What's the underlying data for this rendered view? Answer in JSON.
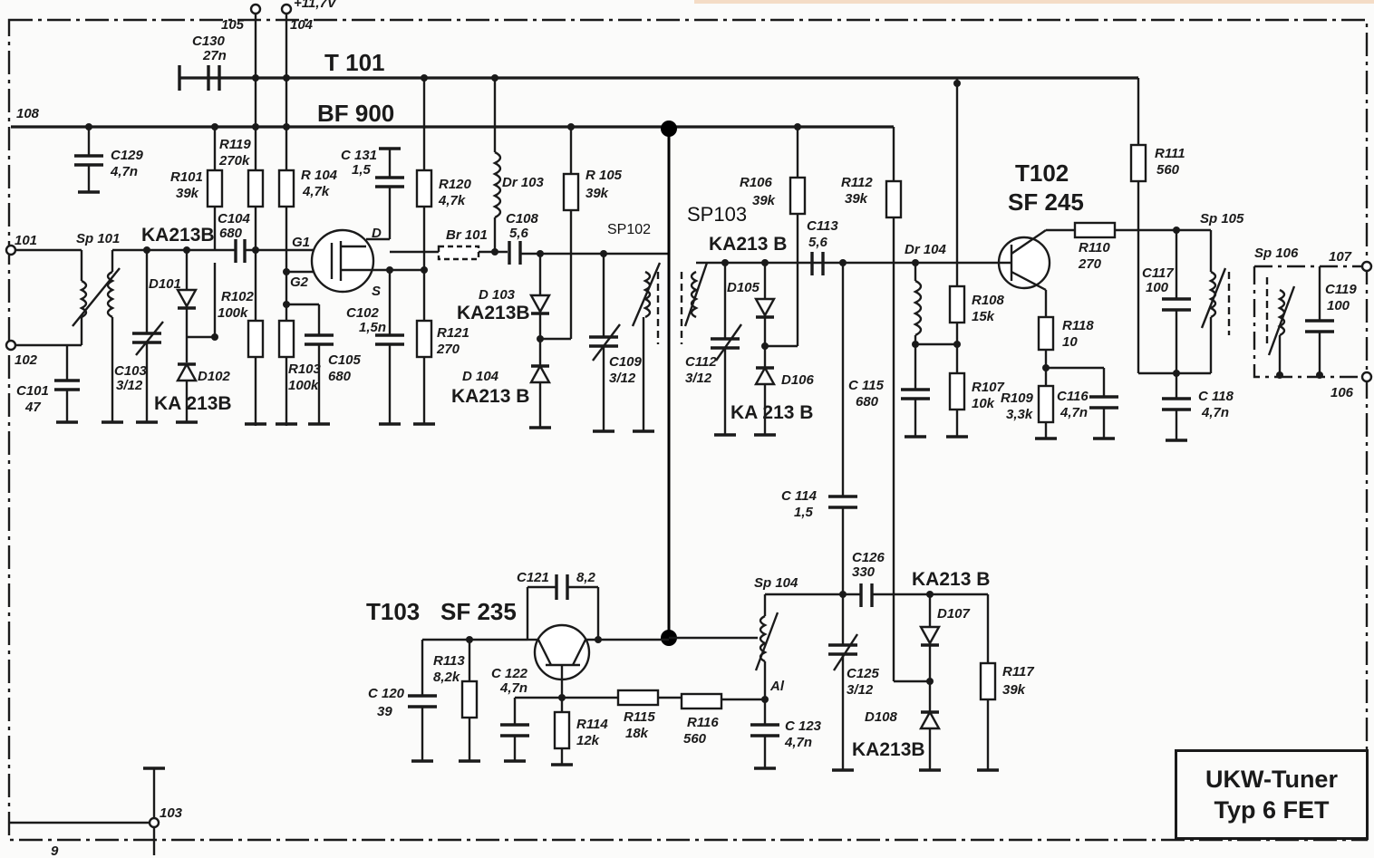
{
  "title_block": {
    "line1": "UKW-Tuner",
    "line2": "Typ 6 FET"
  },
  "colors": {
    "ink": "#1a1a1a",
    "paper": "#fbfbfa",
    "top_strip": "#f4dcc6"
  },
  "transistors": [
    {
      "ref": "T 101",
      "type": "BF 900",
      "pins": [
        "G1",
        "G2",
        "D",
        "S"
      ]
    },
    {
      "ref": "T102",
      "type": "SF 245"
    },
    {
      "ref": "T103",
      "type": "SF 235"
    }
  ],
  "terminals": [
    "105",
    "104",
    "108",
    "101",
    "102",
    "107",
    "106",
    "103",
    "9",
    "+11,7V"
  ],
  "inductors": [
    "Sp 101",
    "SP102",
    "SP103",
    "Sp 104",
    "Sp 105",
    "Sp 106",
    "Dr 103",
    "Dr 104",
    "Br 101",
    "Al"
  ],
  "diodes": [
    "D101",
    "D102",
    "D 103",
    "D 104",
    "D105",
    "D106",
    "D107",
    "D108"
  ],
  "diode_type_labels": [
    "KA213B",
    "KA  213B",
    "KA213B",
    "KA213 B",
    "KA213 B",
    "KA  213 B",
    "KA213 B",
    "KA213B"
  ],
  "resistors": [
    {
      "ref": "R119",
      "value": "270k"
    },
    {
      "ref": "R101",
      "value": "39k"
    },
    {
      "ref": "R 104",
      "value": "4,7k"
    },
    {
      "ref": "R102",
      "value": "100k"
    },
    {
      "ref": "R103",
      "value": "100k"
    },
    {
      "ref": "R120",
      "value": "4,7k"
    },
    {
      "ref": "R121",
      "value": "270"
    },
    {
      "ref": "R 105",
      "value": "39k"
    },
    {
      "ref": "R106",
      "value": "39k"
    },
    {
      "ref": "R112",
      "value": "39k"
    },
    {
      "ref": "R108",
      "value": "15k"
    },
    {
      "ref": "R107",
      "value": "10k"
    },
    {
      "ref": "R109",
      "value": "3,3k"
    },
    {
      "ref": "R110",
      "value": "270"
    },
    {
      "ref": "R111",
      "value": "560"
    },
    {
      "ref": "R118",
      "value": "10"
    },
    {
      "ref": "R113",
      "value": "8,2k"
    },
    {
      "ref": "R114",
      "value": "12k"
    },
    {
      "ref": "R115",
      "value": "18k"
    },
    {
      "ref": "R116",
      "value": "560"
    },
    {
      "ref": "R117",
      "value": "39k"
    }
  ],
  "capacitors": [
    {
      "ref": "C130",
      "value": "27n"
    },
    {
      "ref": "C129",
      "value": "4,7n"
    },
    {
      "ref": "C104",
      "value": "680"
    },
    {
      "ref": "C 131",
      "value": "1,5"
    },
    {
      "ref": "C102",
      "value": "1,5n"
    },
    {
      "ref": "C105",
      "value": "680"
    },
    {
      "ref": "C101",
      "value": "47"
    },
    {
      "ref": "C103",
      "value": "3/12"
    },
    {
      "ref": "C108",
      "value": "5,6"
    },
    {
      "ref": "C109",
      "value": "3/12"
    },
    {
      "ref": "C112",
      "value": "3/12"
    },
    {
      "ref": "C113",
      "value": "5,6"
    },
    {
      "ref": "C 115",
      "value": "680"
    },
    {
      "ref": "C 114",
      "value": "1,5"
    },
    {
      "ref": "C126",
      "value": "330"
    },
    {
      "ref": "C125",
      "value": "3/12"
    },
    {
      "ref": "C 123",
      "value": "4,7n"
    },
    {
      "ref": "C121",
      "value": "8,2"
    },
    {
      "ref": "C 120",
      "value": "39"
    },
    {
      "ref": "C 122",
      "value": "4,7n"
    },
    {
      "ref": "C117",
      "value": "100"
    },
    {
      "ref": "C 118",
      "value": "4,7n"
    },
    {
      "ref": "C119",
      "value": "100"
    },
    {
      "ref": "C116",
      "value": "4,7n"
    }
  ]
}
